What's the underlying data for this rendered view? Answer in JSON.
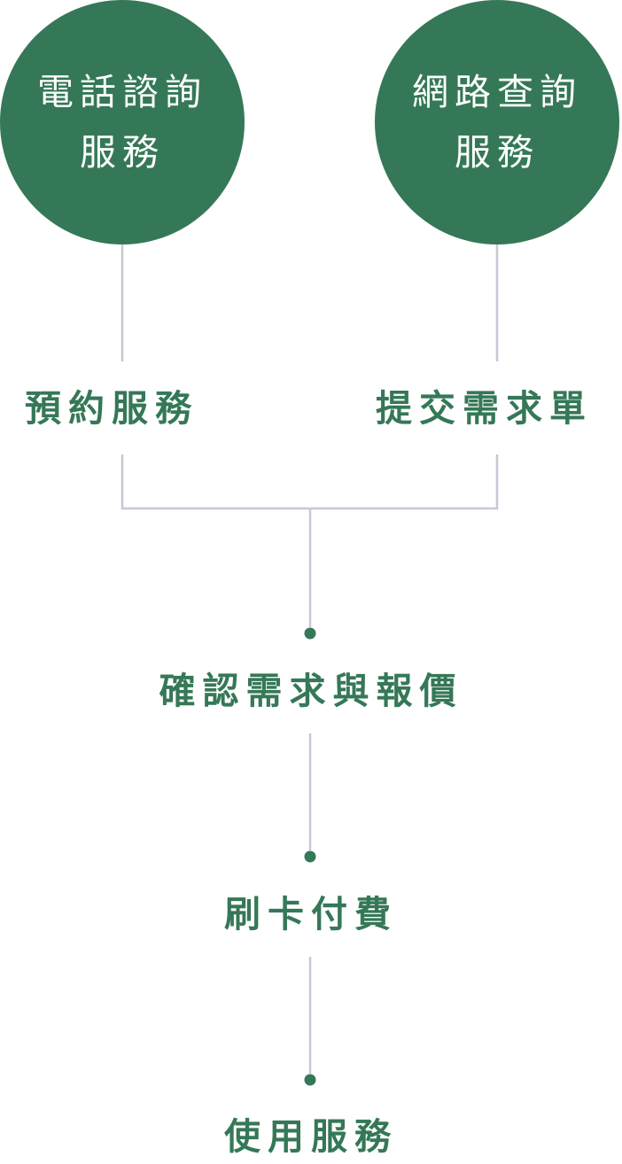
{
  "flow": {
    "phone_service": {
      "line1": "電話諮詢",
      "line2": "服務"
    },
    "web_service": {
      "line1": "網路查詢",
      "line2": "服務"
    },
    "book_service": "預約服務",
    "submit_request": "提交需求單",
    "confirm_quote": "確認需求與報價",
    "card_payment": "刷卡付費",
    "use_service": "使用服務"
  },
  "colors": {
    "accent_green": "#357857",
    "connector_gray": "#c8c8d6",
    "background": "#ffffff"
  }
}
